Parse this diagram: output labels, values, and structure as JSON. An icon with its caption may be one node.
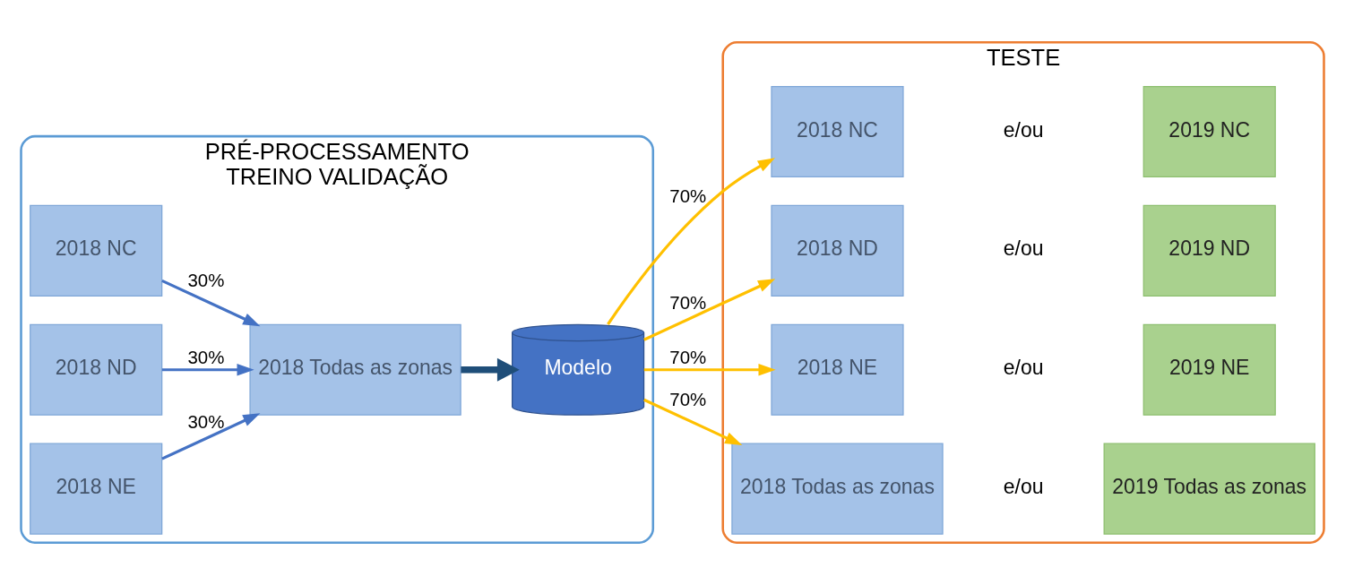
{
  "diagram": {
    "nodes": [
      {
        "text": [
          "PRÉ-PROCESSAMENTO",
          "TREINO VALIDAÇÃO"
        ]
      },
      {
        "text": [
          "2018 NC"
        ],
        "in": 0
      },
      {
        "text": [
          "2018 ND"
        ],
        "in": 0
      },
      {
        "text": [
          "2018 NE"
        ],
        "in": 0
      },
      {
        "text": [
          "2018 Todas as zonas"
        ],
        "in": 0
      },
      {
        "text": [
          "Modelo"
        ],
        "in": 0
      },
      {
        "text": [
          "TESTE"
        ]
      },
      {
        "text": [
          "2018 NC"
        ],
        "in": 6
      },
      {
        "text": [
          "2019 NC"
        ],
        "in": 6
      },
      {
        "text": [
          "2018 ND"
        ],
        "in": 6
      },
      {
        "text": [
          "2019 ND"
        ],
        "in": 6
      },
      {
        "text": [
          "2018 NE"
        ],
        "in": 6
      },
      {
        "text": [
          "2019 NE"
        ],
        "in": 6
      },
      {
        "text": [
          "2018 Todas as zonas"
        ],
        "in": 6
      },
      {
        "text": [
          "2019 Todas as zonas"
        ],
        "in": 6
      }
    ],
    "edges": [
      {
        "from": 1,
        "to": 4,
        "arrow": "to",
        "label": "30%",
        "color": "#4472c4"
      },
      {
        "from": 2,
        "to": 4,
        "arrow": "to",
        "label": "30%",
        "color": "#4472c4"
      },
      {
        "from": 3,
        "to": 4,
        "arrow": "to",
        "label": "30%",
        "color": "#4472c4"
      },
      {
        "from": 4,
        "to": 5,
        "arrow": "to",
        "style": "thick",
        "color": "#1f4e79"
      },
      {
        "from": 5,
        "to": 7,
        "arrow": "to",
        "label": "70%",
        "color": "#ffc000"
      },
      {
        "from": 5,
        "to": 9,
        "arrow": "to",
        "label": "70%",
        "color": "#ffc000"
      },
      {
        "from": 5,
        "to": 11,
        "arrow": "to",
        "label": "70%",
        "color": "#ffc000"
      },
      {
        "from": 5,
        "to": 13,
        "arrow": "to",
        "label": "70%",
        "color": "#ffc000"
      }
    ],
    "labels": [
      "e/ou",
      "e/ou",
      "e/ou",
      "e/ou"
    ]
  }
}
